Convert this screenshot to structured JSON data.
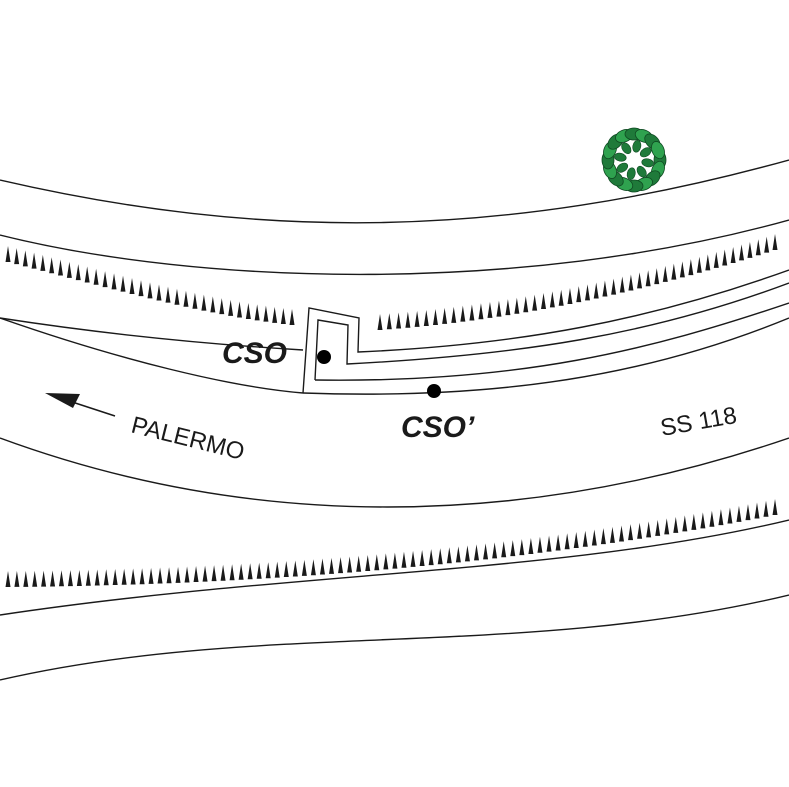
{
  "labels": {
    "station_a": "CSO",
    "station_b": "CSO’",
    "destination": "PALERMO",
    "road_name": "SS 118"
  },
  "colors": {
    "lines": "#1a1a1a",
    "tree_dark": "#1f7a3a",
    "tree_light": "#2fa24f"
  },
  "icons": {
    "direction_arrow": "arrow-left-icon",
    "tree": "tree-icon",
    "station_marker": "dot-marker-icon",
    "slope": "embankment-hatch"
  }
}
